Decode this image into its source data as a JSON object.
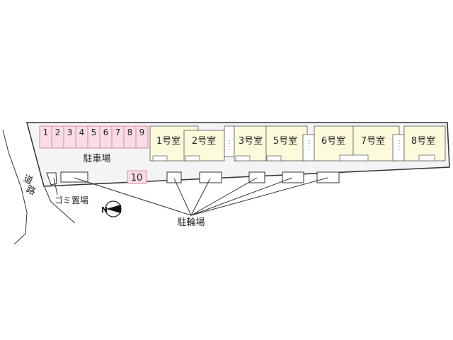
{
  "colors": {
    "site_fill": "#f4f4f6",
    "parking_fill": "#f9dce4",
    "parking_stroke": "#d88aa0",
    "unit_fill": "#fdfadb",
    "line": "#333333"
  },
  "road": {
    "label_1": "道",
    "label_2": "路"
  },
  "parking": {
    "label": "駐車場",
    "spaces": [
      "1",
      "2",
      "3",
      "4",
      "5",
      "6",
      "7",
      "8",
      "9"
    ],
    "extra_space": "10"
  },
  "units": [
    {
      "label": "1号室"
    },
    {
      "label": "2号室"
    },
    {
      "label": "3号室"
    },
    {
      "label": "5号室"
    },
    {
      "label": "6号室"
    },
    {
      "label": "7号室"
    },
    {
      "label": "8号室"
    }
  ],
  "garbage": {
    "label": "ゴミ置場"
  },
  "bicycle": {
    "label": "駐輪場"
  },
  "compass": {
    "north_label": "N"
  }
}
